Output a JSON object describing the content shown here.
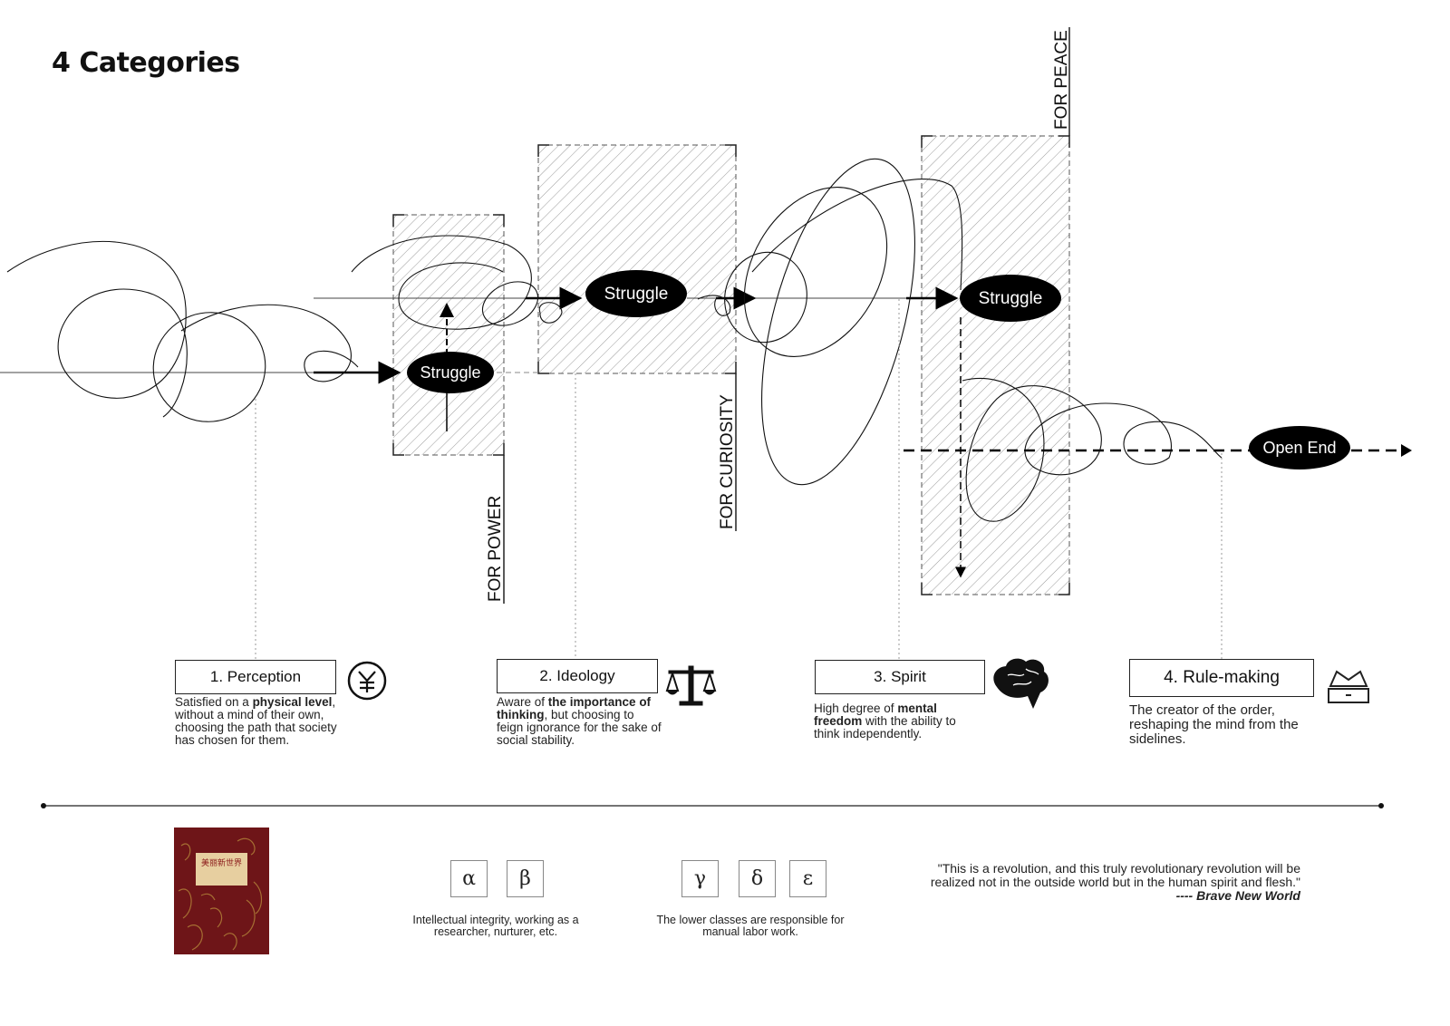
{
  "title": "4 Categories",
  "nodes": {
    "struggle_1": "Struggle",
    "struggle_2": "Struggle",
    "struggle_3": "Struggle",
    "open_end": "Open End"
  },
  "vertical_labels": {
    "power": "FOR POWER",
    "curiosity": "FOR CURIOSITY",
    "peace": "FOR PEACE"
  },
  "categories": [
    {
      "label": "1. Perception",
      "icon": "yen-coin-icon",
      "desc_parts": [
        "Satisfied on a ",
        "physical level",
        ", without a mind of their own, choosing the path that society has chosen for them."
      ]
    },
    {
      "label": "2. Ideology",
      "icon": "scales-icon",
      "desc_parts": [
        "Aware of ",
        "the importance of thinking",
        ", but choosing to feign ignorance for the sake of social stability."
      ]
    },
    {
      "label": "3. Spirit",
      "icon": "brain-icon",
      "desc_parts": [
        "High degree of ",
        "mental freedom",
        " with the ability to think independently."
      ]
    },
    {
      "label": "4. Rule-making",
      "icon": "crown-icon",
      "desc": "The creator of the order, reshaping the mind from the sidelines."
    }
  ],
  "book": {
    "title_cn": "美丽新世界"
  },
  "castes": {
    "upper": {
      "letters": [
        "α",
        "β"
      ],
      "caption": "Intellectual integrity, working as a researcher, nurturer, etc."
    },
    "lower": {
      "letters": [
        "γ",
        "δ",
        "ε"
      ],
      "caption": "The lower classes are responsible for manual labor work."
    }
  },
  "quote": {
    "text": "\"This is a revolution, and this truly revolutionary revolution will be realized not in the outside world but in the human spirit and flesh.\"",
    "source": "---- Brave New World"
  }
}
